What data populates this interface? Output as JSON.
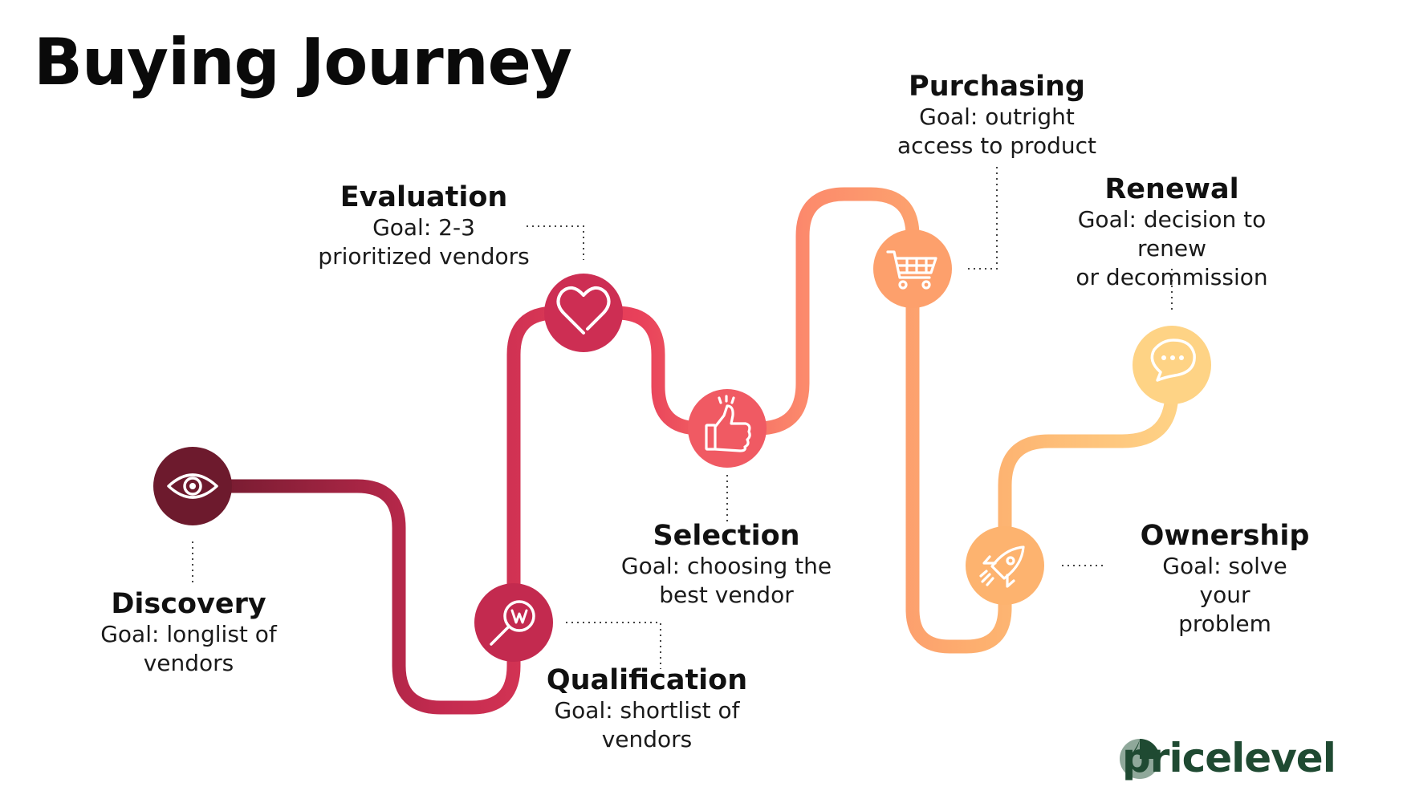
{
  "title": "Buying Journey",
  "stages": [
    {
      "name": "Discovery",
      "goal": "Goal: longlist of\nvendors",
      "icon": "eye-icon",
      "color": "#6d1a2d"
    },
    {
      "name": "Qualification",
      "goal": "Goal: shortlist of\nvendors",
      "icon": "magnifier-w-icon",
      "color": "#c32a4f"
    },
    {
      "name": "Evaluation",
      "goal": "Goal: 2-3\nprioritized vendors",
      "icon": "heart-icon",
      "color": "#cd2e53"
    },
    {
      "name": "Selection",
      "goal": "Goal: choosing the\nbest vendor",
      "icon": "thumbs-up-icon",
      "color": "#f05a63"
    },
    {
      "name": "Purchasing",
      "goal": "Goal: outright\naccess to product",
      "icon": "cart-icon",
      "color": "#fda06c"
    },
    {
      "name": "Ownership",
      "goal": "Goal: solve your\nproblem",
      "icon": "rocket-icon",
      "color": "#fdb36f"
    },
    {
      "name": "Renewal",
      "goal": "Goal: decision to renew\nor decommission",
      "icon": "chat-bubble-icon",
      "color": "#fed385"
    }
  ],
  "brand": {
    "name": "pricelevel",
    "color": "#1f4a32",
    "logo_color": "#8fa89a"
  }
}
